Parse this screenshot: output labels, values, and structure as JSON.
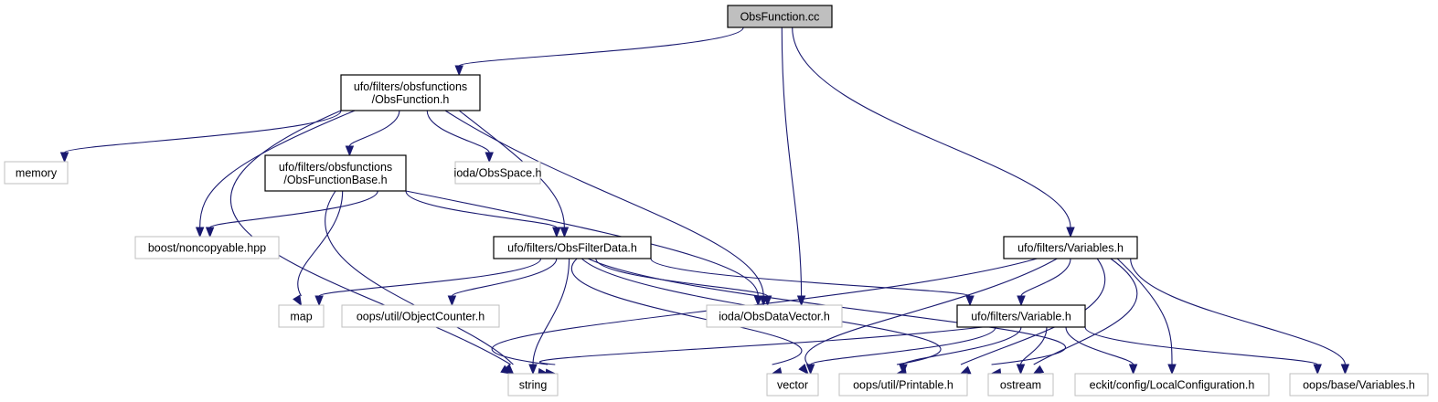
{
  "nodes": {
    "obsfunction_cc": {
      "lines": [
        "ObsFunction.cc"
      ],
      "kind": "root"
    },
    "obsfunction_h": {
      "lines": [
        "ufo/filters/obsfunctions",
        "/ObsFunction.h"
      ],
      "kind": "internal"
    },
    "variables_h": {
      "lines": [
        "ufo/filters/Variables.h"
      ],
      "kind": "internal"
    },
    "memory": {
      "lines": [
        "memory"
      ],
      "kind": "external"
    },
    "obsfunctionbase_h": {
      "lines": [
        "ufo/filters/obsfunctions",
        "/ObsFunctionBase.h"
      ],
      "kind": "internal"
    },
    "obsspace_h": {
      "lines": [
        "ioda/ObsSpace.h"
      ],
      "kind": "external"
    },
    "noncopyable": {
      "lines": [
        "boost/noncopyable.hpp"
      ],
      "kind": "external"
    },
    "obsfilterdata_h": {
      "lines": [
        "ufo/filters/ObsFilterData.h"
      ],
      "kind": "internal"
    },
    "map": {
      "lines": [
        "map"
      ],
      "kind": "external"
    },
    "objectcounter_h": {
      "lines": [
        "oops/util/ObjectCounter.h"
      ],
      "kind": "external"
    },
    "obsdatavector_h": {
      "lines": [
        "ioda/ObsDataVector.h"
      ],
      "kind": "external"
    },
    "variable_h": {
      "lines": [
        "ufo/filters/Variable.h"
      ],
      "kind": "internal"
    },
    "string": {
      "lines": [
        "string"
      ],
      "kind": "external"
    },
    "vector": {
      "lines": [
        "vector"
      ],
      "kind": "external"
    },
    "printable_h": {
      "lines": [
        "oops/util/Printable.h"
      ],
      "kind": "external"
    },
    "ostream": {
      "lines": [
        "ostream"
      ],
      "kind": "external"
    },
    "localconfiguration_h": {
      "lines": [
        "eckit/config/LocalConfiguration.h"
      ],
      "kind": "external"
    },
    "oops_variables_h": {
      "lines": [
        "oops/base/Variables.h"
      ],
      "kind": "external"
    }
  },
  "edges": [
    [
      "obsfunction_cc",
      "obsfunction_h"
    ],
    [
      "obsfunction_cc",
      "obsdatavector_h"
    ],
    [
      "obsfunction_cc",
      "variables_h"
    ],
    [
      "obsfunction_h",
      "memory"
    ],
    [
      "obsfunction_h",
      "noncopyable"
    ],
    [
      "obsfunction_h",
      "string"
    ],
    [
      "obsfunction_h",
      "obsfunctionbase_h"
    ],
    [
      "obsfunction_h",
      "obsspace_h"
    ],
    [
      "obsfunction_h",
      "obsfilterdata_h"
    ],
    [
      "obsfunction_h",
      "obsdatavector_h"
    ],
    [
      "obsfunctionbase_h",
      "noncopyable"
    ],
    [
      "obsfunctionbase_h",
      "map"
    ],
    [
      "obsfunctionbase_h",
      "string"
    ],
    [
      "obsfunctionbase_h",
      "obsfilterdata_h"
    ],
    [
      "obsfunctionbase_h",
      "obsdatavector_h"
    ],
    [
      "obsfilterdata_h",
      "map"
    ],
    [
      "obsfilterdata_h",
      "objectcounter_h"
    ],
    [
      "obsfilterdata_h",
      "obsdatavector_h"
    ],
    [
      "obsfilterdata_h",
      "variable_h"
    ],
    [
      "obsfilterdata_h",
      "string"
    ],
    [
      "obsfilterdata_h",
      "vector"
    ],
    [
      "obsfilterdata_h",
      "printable_h"
    ],
    [
      "obsfilterdata_h",
      "ostream"
    ],
    [
      "variables_h",
      "variable_h"
    ],
    [
      "variables_h",
      "string"
    ],
    [
      "variables_h",
      "vector"
    ],
    [
      "variables_h",
      "printable_h"
    ],
    [
      "variables_h",
      "ostream"
    ],
    [
      "variables_h",
      "localconfiguration_h"
    ],
    [
      "variables_h",
      "oops_variables_h"
    ],
    [
      "variable_h",
      "string"
    ],
    [
      "variable_h",
      "vector"
    ],
    [
      "variable_h",
      "printable_h"
    ],
    [
      "variable_h",
      "ostream"
    ],
    [
      "variable_h",
      "localconfiguration_h"
    ],
    [
      "variable_h",
      "oops_variables_h"
    ]
  ]
}
